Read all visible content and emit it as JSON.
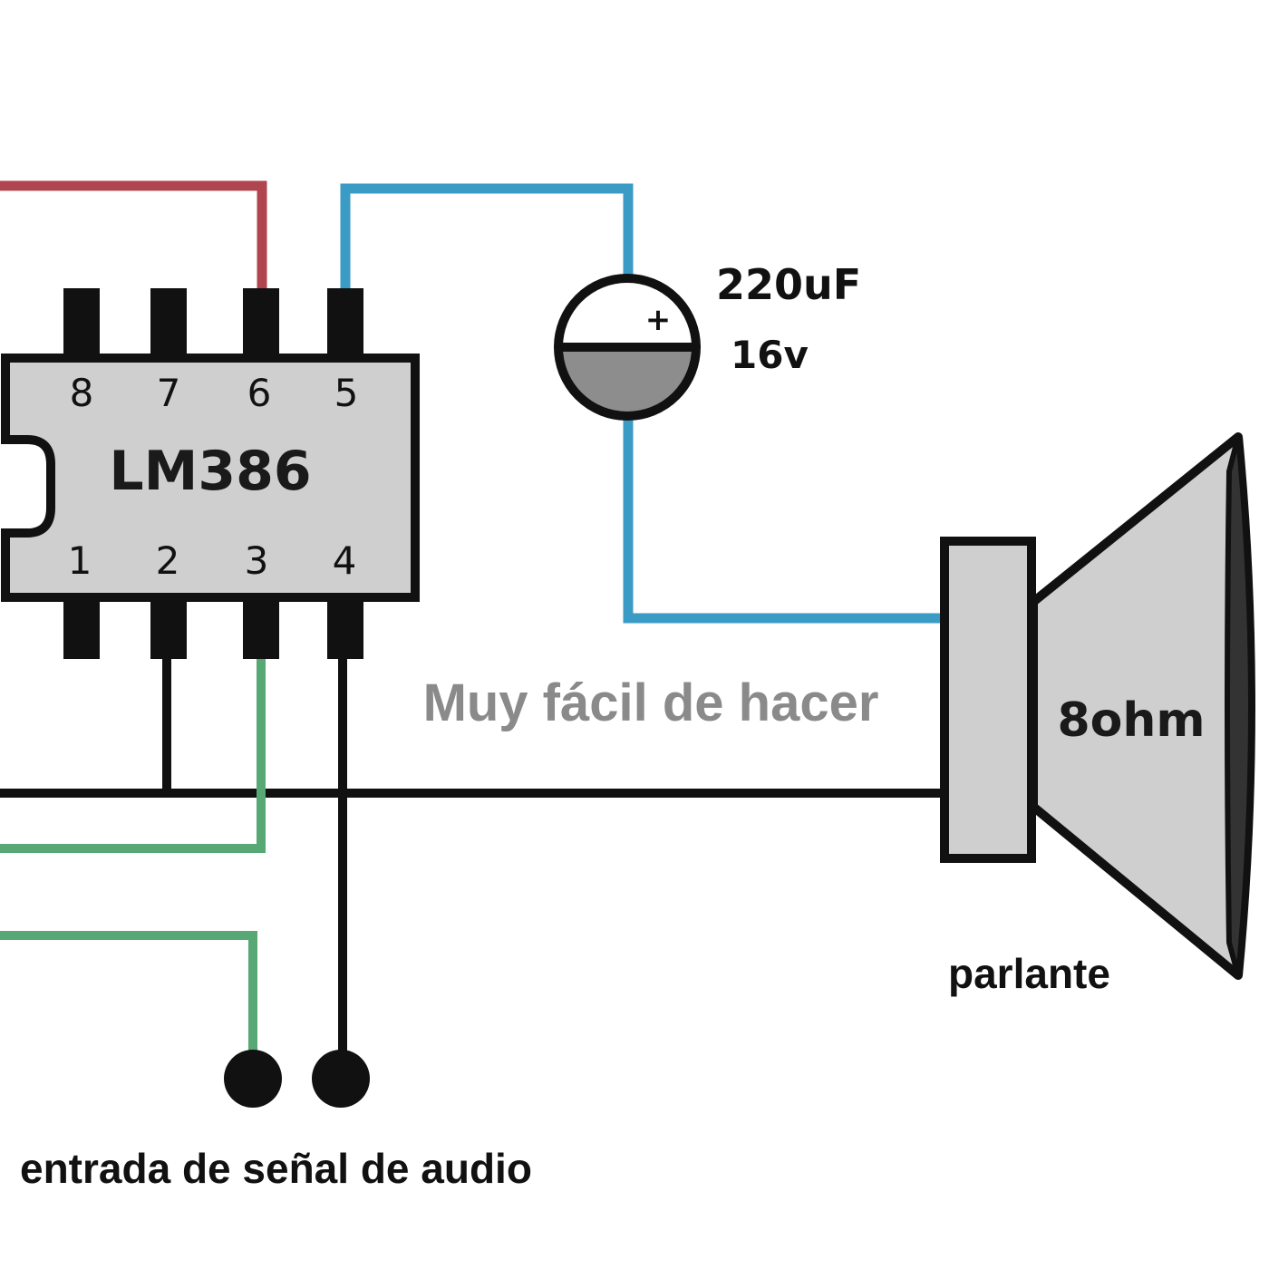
{
  "chip": {
    "name": "LM386",
    "pins_top": [
      "8",
      "7",
      "6",
      "5"
    ],
    "pins_bottom": [
      "1",
      "2",
      "3",
      "4"
    ]
  },
  "capacitor": {
    "value": "220uF",
    "voltage": "16v",
    "polarity_mark": "+"
  },
  "speaker": {
    "impedance": "8ohm",
    "label": "parlante"
  },
  "note": "Muy fácil de hacer",
  "input_label": "entrada de señal de audio",
  "colors": {
    "power_wire": "#b0454f",
    "output_wire": "#3a9bc4",
    "signal_wire": "#57a874",
    "ground_wire": "#111111",
    "component_fill": "#cfcfcf",
    "capacitor_negative_fill": "#8d8d8d",
    "note_text": "#8a8a8a"
  }
}
